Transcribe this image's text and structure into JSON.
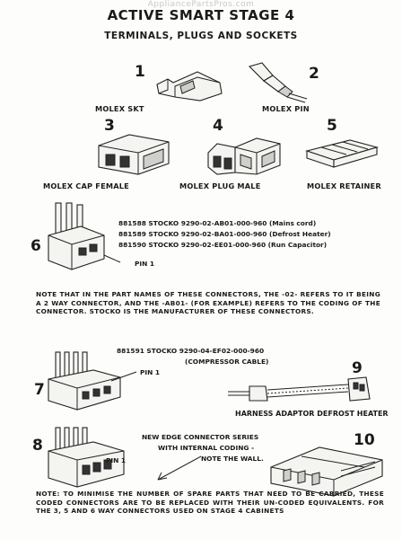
{
  "header": {
    "watermark": "AppliancePartsPros.com",
    "title": "ACTIVE SMART STAGE 4",
    "subtitle": "TERMINALS, PLUGS AND SOCKETS"
  },
  "parts": [
    {
      "number": "1",
      "label": "MOLEX SKT"
    },
    {
      "number": "2",
      "label": "MOLEX PIN"
    },
    {
      "number": "3",
      "label": "MOLEX CAP FEMALE"
    },
    {
      "number": "4",
      "label": "MOLEX PLUG MALE"
    },
    {
      "number": "5",
      "label": "MOLEX RETAINER"
    }
  ],
  "item6": {
    "number": "6",
    "pin_label": "PIN 1",
    "codes": [
      "881588  STOCKO 9290-02-AB01-000-960 (Mains cord)",
      "881589  STOCKO 9290-02-BA01-000-960 (Defrost Heater)",
      "881590  STOCKO 9290-02-EE01-000-960 (Run Capacitor)"
    ]
  },
  "note1": "NOTE THAT IN THE PART NAMES OF THESE CONNECTORS, THE -02- REFERS TO IT BEING A 2 WAY CONNECTOR, AND THE -AB01- (FOR EXAMPLE) REFERS TO THE CODING OF THE CONNECTOR. STOCKO IS THE MANUFACTURER OF THESE CONNECTORS.",
  "item7": {
    "number": "7",
    "pin_label": "PIN 1",
    "code": "881591  STOCKO 9290-04-EF02-000-960",
    "code_sub": "(COMPRESSOR CABLE)"
  },
  "item9": {
    "number": "9",
    "label": "HARNESS ADAPTOR DEFROST HEATER"
  },
  "item8": {
    "number": "8",
    "pin_label": "PIN 1",
    "caption_1": "NEW EDGE CONNECTOR SERIES",
    "caption_2": "WITH INTERNAL CODING -",
    "caption_3": "NOTE THE WALL."
  },
  "item10": {
    "number": "10"
  },
  "note2": "NOTE: TO MINIMISE THE NUMBER OF SPARE PARTS THAT NEED TO BE CARRIED, THESE CODED CONNECTORS ARE TO BE REPLACED WITH THEIR UN-CODED EQUIVALENTS. FOR THE 3, 5 AND 6 WAY CONNECTORS USED ON STAGE 4 CABINETS"
}
